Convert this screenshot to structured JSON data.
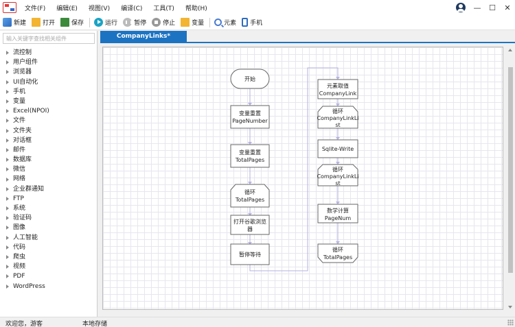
{
  "menu": {
    "items": [
      "文件(F)",
      "编辑(E)",
      "视图(V)",
      "编译(C)",
      "工具(T)",
      "帮助(H)"
    ]
  },
  "window": {
    "minimize": "—",
    "maximize": "☐",
    "close": "✕"
  },
  "toolbar": {
    "new": "新建",
    "open": "打开",
    "save": "保存",
    "run": "运行",
    "pause": "暂停",
    "stop": "停止",
    "variable": "变量",
    "element": "元素",
    "phone": "手机"
  },
  "sidebar": {
    "search_placeholder": "输入关键字查找相关组件",
    "items": [
      "流控制",
      "用户组件",
      "浏览器",
      "UI自动化",
      "手机",
      "变量",
      "Excel(NPOI)",
      "文件",
      "文件夹",
      "对话框",
      "邮件",
      "数据库",
      "微信",
      "网络",
      "企业群通知",
      "FTP",
      "系统",
      "验证码",
      "图像",
      "人工智能",
      "代码",
      "爬虫",
      "视频",
      "PDF",
      "WordPress"
    ]
  },
  "tab": {
    "label": "CompanyLinks*"
  },
  "flow": {
    "start": "开始",
    "left": [
      [
        "变量重置",
        "PageNumber"
      ],
      [
        "变量重置",
        "TotalPages"
      ],
      [
        "循环",
        "TotalPages"
      ],
      [
        "打开谷歌浏览",
        "器"
      ],
      [
        "暂停等待"
      ]
    ],
    "right": [
      [
        "元素取值",
        "CompanyLink"
      ],
      [
        "循环",
        "CompanyLinkLi",
        "st"
      ],
      [
        "Sqlite-Write"
      ],
      [
        "循环",
        "CompanyLinkLi",
        "st"
      ],
      [
        "数学计算",
        "PageNum"
      ],
      [
        "循环",
        "TotalPages"
      ]
    ]
  },
  "status": {
    "welcome": "欢迎您，游客",
    "storage": "本地存储"
  },
  "colors": {
    "accent": "#1c73c2",
    "connector": "#b6b2e0"
  }
}
